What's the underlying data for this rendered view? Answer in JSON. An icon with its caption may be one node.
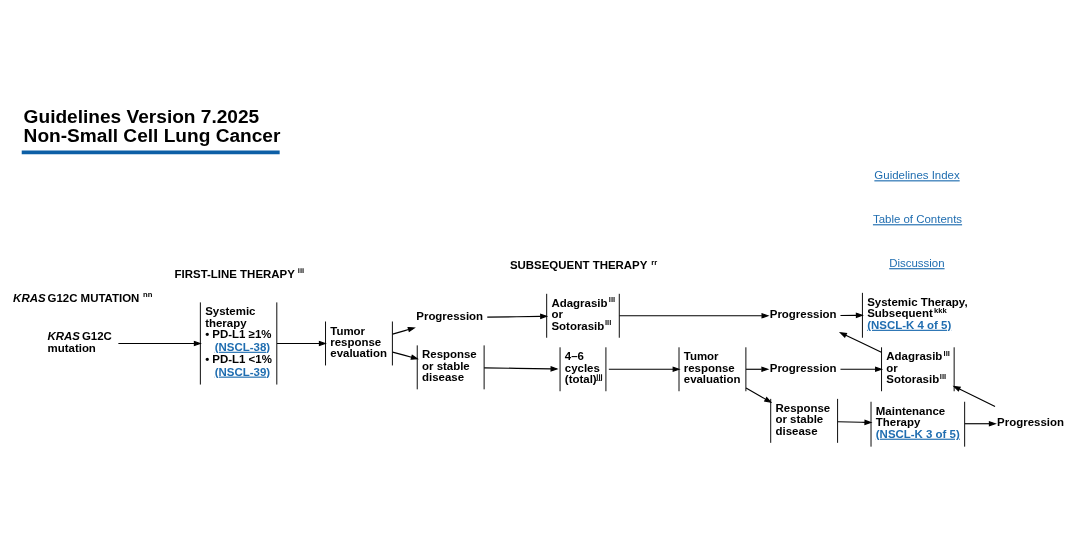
{
  "diagram": {
    "title": "Guidelines Version 7.2025 Non-Small Cell Lung Cancer",
    "nodes": [
      {
        "text": [
          "*KRAS* G12C mutation"
        ]
      },
      {
        "text": [
          "Systemic therapy",
          "• PD-L1 ≥1%",
          "(NSCL-38)",
          "• PD-L1 <1%",
          "(NSCL-39)"
        ]
      },
      {
        "text": [
          "Tumor response evaluation"
        ]
      },
      {
        "text": [
          "Progression"
        ]
      },
      {
        "text": [
          "Adagrasib$^{lll}$ or Sotorasib$^{lll}$"
        ]
      },
      {
        "text": [
          "Progression"
        ]
      },
      {
        "text": [
          "Systemic Therapy, Subsequent$^{kkk}$",
          "(NSCL-K 4 of 5)"
        ]
      },
      {
        "text": [
          "Response or stable disease"
        ]
      },
      {
        "text": [
          "4–6 cycles (total)$^{jjj}$"
        ]
      },
      {
        "text": [
          "Tumor response evaluation"
        ]
      },
      {
        "text": [
          "Progression"
        ]
      },
      {
        "text": [
          "Adagrasib$^{lll}$ or Sotorasib$^{lll}$"
        ]
      },
      {
        "text": [
          "Response or stable disease"
        ]
      },
      {
        "text": [
          "Maintenance Therapy",
          "(NSCL-K 3 of 5)"
        ]
      },
      {
        "text": [
          "Progression"
        ]
      }
    ],
    "edges": [
      {
        "from": 0,
        "to": 1,
        "arrow": "to"
      },
      {
        "from": 1,
        "to": 2,
        "arrow": "to"
      },
      {
        "from": 2,
        "to": 3,
        "arrow": "to"
      },
      {
        "from": 2,
        "to": 7,
        "arrow": "to"
      },
      {
        "from": 3,
        "to": 4,
        "arrow": "to"
      },
      {
        "from": 4,
        "to": 5,
        "arrow": "to"
      },
      {
        "from": 5,
        "to": 6,
        "arrow": "to"
      },
      {
        "from": 7,
        "to": 8,
        "arrow": "to"
      },
      {
        "from": 8,
        "to": 9,
        "arrow": "to"
      },
      {
        "from": 9,
        "to": 10,
        "arrow": "to"
      },
      {
        "from": 9,
        "to": 12,
        "arrow": "to"
      },
      {
        "from": 10,
        "to": 11,
        "arrow": "to"
      },
      {
        "from": 11,
        "to": 5,
        "arrow": "to"
      },
      {
        "from": 12,
        "to": 13,
        "arrow": "to"
      },
      {
        "from": 13,
        "to": 14,
        "arrow": "to"
      },
      {
        "from": 14,
        "to": 11,
        "arrow": "to"
      }
    ],
    "labels": [
      "Guidelines Index",
      "Table of Contents",
      "Discussion",
      "*KRAS* G12C MUTATION$^{nn}$",
      "FIRST-LINE THERAPY$^{iii}$",
      "SUBSEQUENT THERAPY$^{rr}$"
    ]
  }
}
